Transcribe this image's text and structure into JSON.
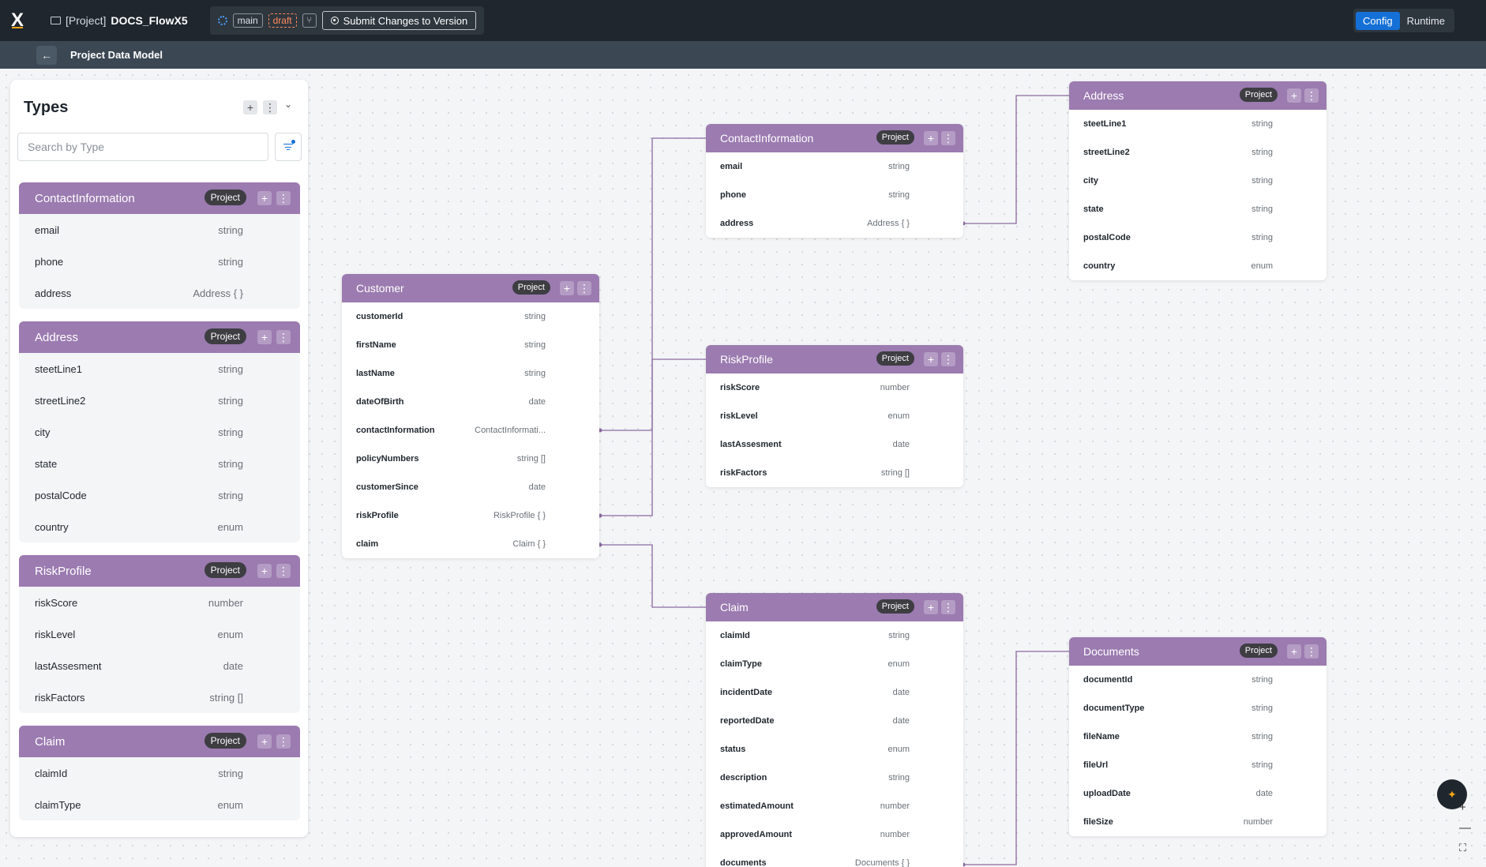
{
  "topbar": {
    "logo": "X",
    "project_prefix": "[Project]",
    "project_name": "DOCS_FlowX5",
    "branch": "main",
    "status": "draft",
    "submit_label": "Submit Changes to Version",
    "mode_config": "Config",
    "mode_runtime": "Runtime"
  },
  "subbar": {
    "title": "Project Data Model"
  },
  "sidebar": {
    "title": "Types",
    "search_placeholder": "Search by Type",
    "cards": [
      {
        "name": "ContactInformation",
        "badge": "Project",
        "fields": [
          {
            "name": "email",
            "type": "string"
          },
          {
            "name": "phone",
            "type": "string"
          },
          {
            "name": "address",
            "type": "Address { }"
          }
        ]
      },
      {
        "name": "Address",
        "badge": "Project",
        "fields": [
          {
            "name": "steetLine1",
            "type": "string"
          },
          {
            "name": "streetLine2",
            "type": "string"
          },
          {
            "name": "city",
            "type": "string"
          },
          {
            "name": "state",
            "type": "string"
          },
          {
            "name": "postalCode",
            "type": "string"
          },
          {
            "name": "country",
            "type": "enum"
          }
        ]
      },
      {
        "name": "RiskProfile",
        "badge": "Project",
        "fields": [
          {
            "name": "riskScore",
            "type": "number"
          },
          {
            "name": "riskLevel",
            "type": "enum"
          },
          {
            "name": "lastAssesment",
            "type": "date"
          },
          {
            "name": "riskFactors",
            "type": "string []"
          }
        ]
      },
      {
        "name": "Claim",
        "badge": "Project",
        "fields": [
          {
            "name": "claimId",
            "type": "string"
          },
          {
            "name": "claimType",
            "type": "enum"
          }
        ]
      }
    ]
  },
  "canvas": {
    "cards": [
      {
        "name": "Customer",
        "badge": "Project",
        "fields": [
          {
            "name": "customerId",
            "type": "string"
          },
          {
            "name": "firstName",
            "type": "string"
          },
          {
            "name": "lastName",
            "type": "string"
          },
          {
            "name": "dateOfBirth",
            "type": "date"
          },
          {
            "name": "contactInformation",
            "type": "ContactInformati..."
          },
          {
            "name": "policyNumbers",
            "type": "string []"
          },
          {
            "name": "customerSince",
            "type": "date"
          },
          {
            "name": "riskProfile",
            "type": "RiskProfile { }"
          },
          {
            "name": "claim",
            "type": "Claim { }"
          }
        ]
      },
      {
        "name": "ContactInformation",
        "badge": "Project",
        "fields": [
          {
            "name": "email",
            "type": "string"
          },
          {
            "name": "phone",
            "type": "string"
          },
          {
            "name": "address",
            "type": "Address { }"
          }
        ]
      },
      {
        "name": "Address",
        "badge": "Project",
        "fields": [
          {
            "name": "steetLine1",
            "type": "string"
          },
          {
            "name": "streetLine2",
            "type": "string"
          },
          {
            "name": "city",
            "type": "string"
          },
          {
            "name": "state",
            "type": "string"
          },
          {
            "name": "postalCode",
            "type": "string"
          },
          {
            "name": "country",
            "type": "enum"
          }
        ]
      },
      {
        "name": "RiskProfile",
        "badge": "Project",
        "fields": [
          {
            "name": "riskScore",
            "type": "number"
          },
          {
            "name": "riskLevel",
            "type": "enum"
          },
          {
            "name": "lastAssesment",
            "type": "date"
          },
          {
            "name": "riskFactors",
            "type": "string []"
          }
        ]
      },
      {
        "name": "Claim",
        "badge": "Project",
        "fields": [
          {
            "name": "claimId",
            "type": "string"
          },
          {
            "name": "claimType",
            "type": "enum"
          },
          {
            "name": "incidentDate",
            "type": "date"
          },
          {
            "name": "reportedDate",
            "type": "date"
          },
          {
            "name": "status",
            "type": "enum"
          },
          {
            "name": "description",
            "type": "string"
          },
          {
            "name": "estimatedAmount",
            "type": "number"
          },
          {
            "name": "approvedAmount",
            "type": "number"
          },
          {
            "name": "documents",
            "type": "Documents { }"
          }
        ]
      },
      {
        "name": "Documents",
        "badge": "Project",
        "fields": [
          {
            "name": "documentId",
            "type": "string"
          },
          {
            "name": "documentType",
            "type": "string"
          },
          {
            "name": "fileName",
            "type": "string"
          },
          {
            "name": "fileUrl",
            "type": "string"
          },
          {
            "name": "uploadDate",
            "type": "date"
          },
          {
            "name": "fileSize",
            "type": "number"
          }
        ]
      }
    ]
  },
  "icons": {
    "back": "arrow-left-icon",
    "add": "plus-icon",
    "more": "kebab-icon",
    "filter": "filter-icon",
    "ai": "sparkle-icon",
    "zoom_in": "plus-icon",
    "zoom_out": "minus-icon",
    "fit": "fit-view-icon"
  },
  "colors": {
    "topbar": "#1f262d",
    "subbar": "#3b4753",
    "card_header": "#9b7bb0",
    "badge": "#3d3d42",
    "accent": "#1470d6",
    "draft": "#ff8a5c"
  }
}
